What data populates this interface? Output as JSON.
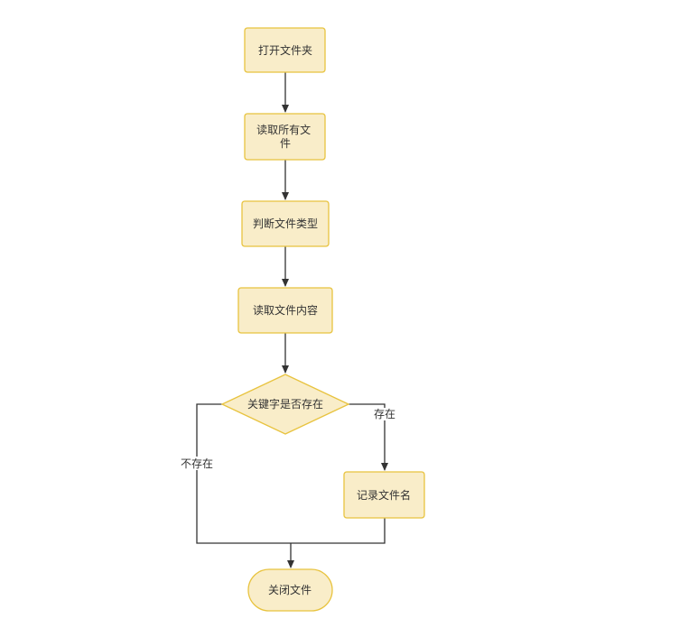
{
  "diagram": {
    "style": {
      "node_fill": "#f9edc9",
      "node_stroke": "#e8c33f",
      "edge_color": "#333333"
    },
    "nodes": {
      "open_folder": {
        "label": "打开文件夹"
      },
      "read_all_files": {
        "label_lines": [
          "读取所有文",
          "件"
        ]
      },
      "check_file_type": {
        "label": "判断文件类型"
      },
      "read_file_content": {
        "label": "读取文件内容"
      },
      "keyword_exists": {
        "label": "关键字是否存在"
      },
      "record_filename": {
        "label": "记录文件名"
      },
      "close_file": {
        "label": "关闭文件"
      }
    },
    "edges": {
      "exists_label": "存在",
      "not_exists_label": "不存在"
    }
  }
}
